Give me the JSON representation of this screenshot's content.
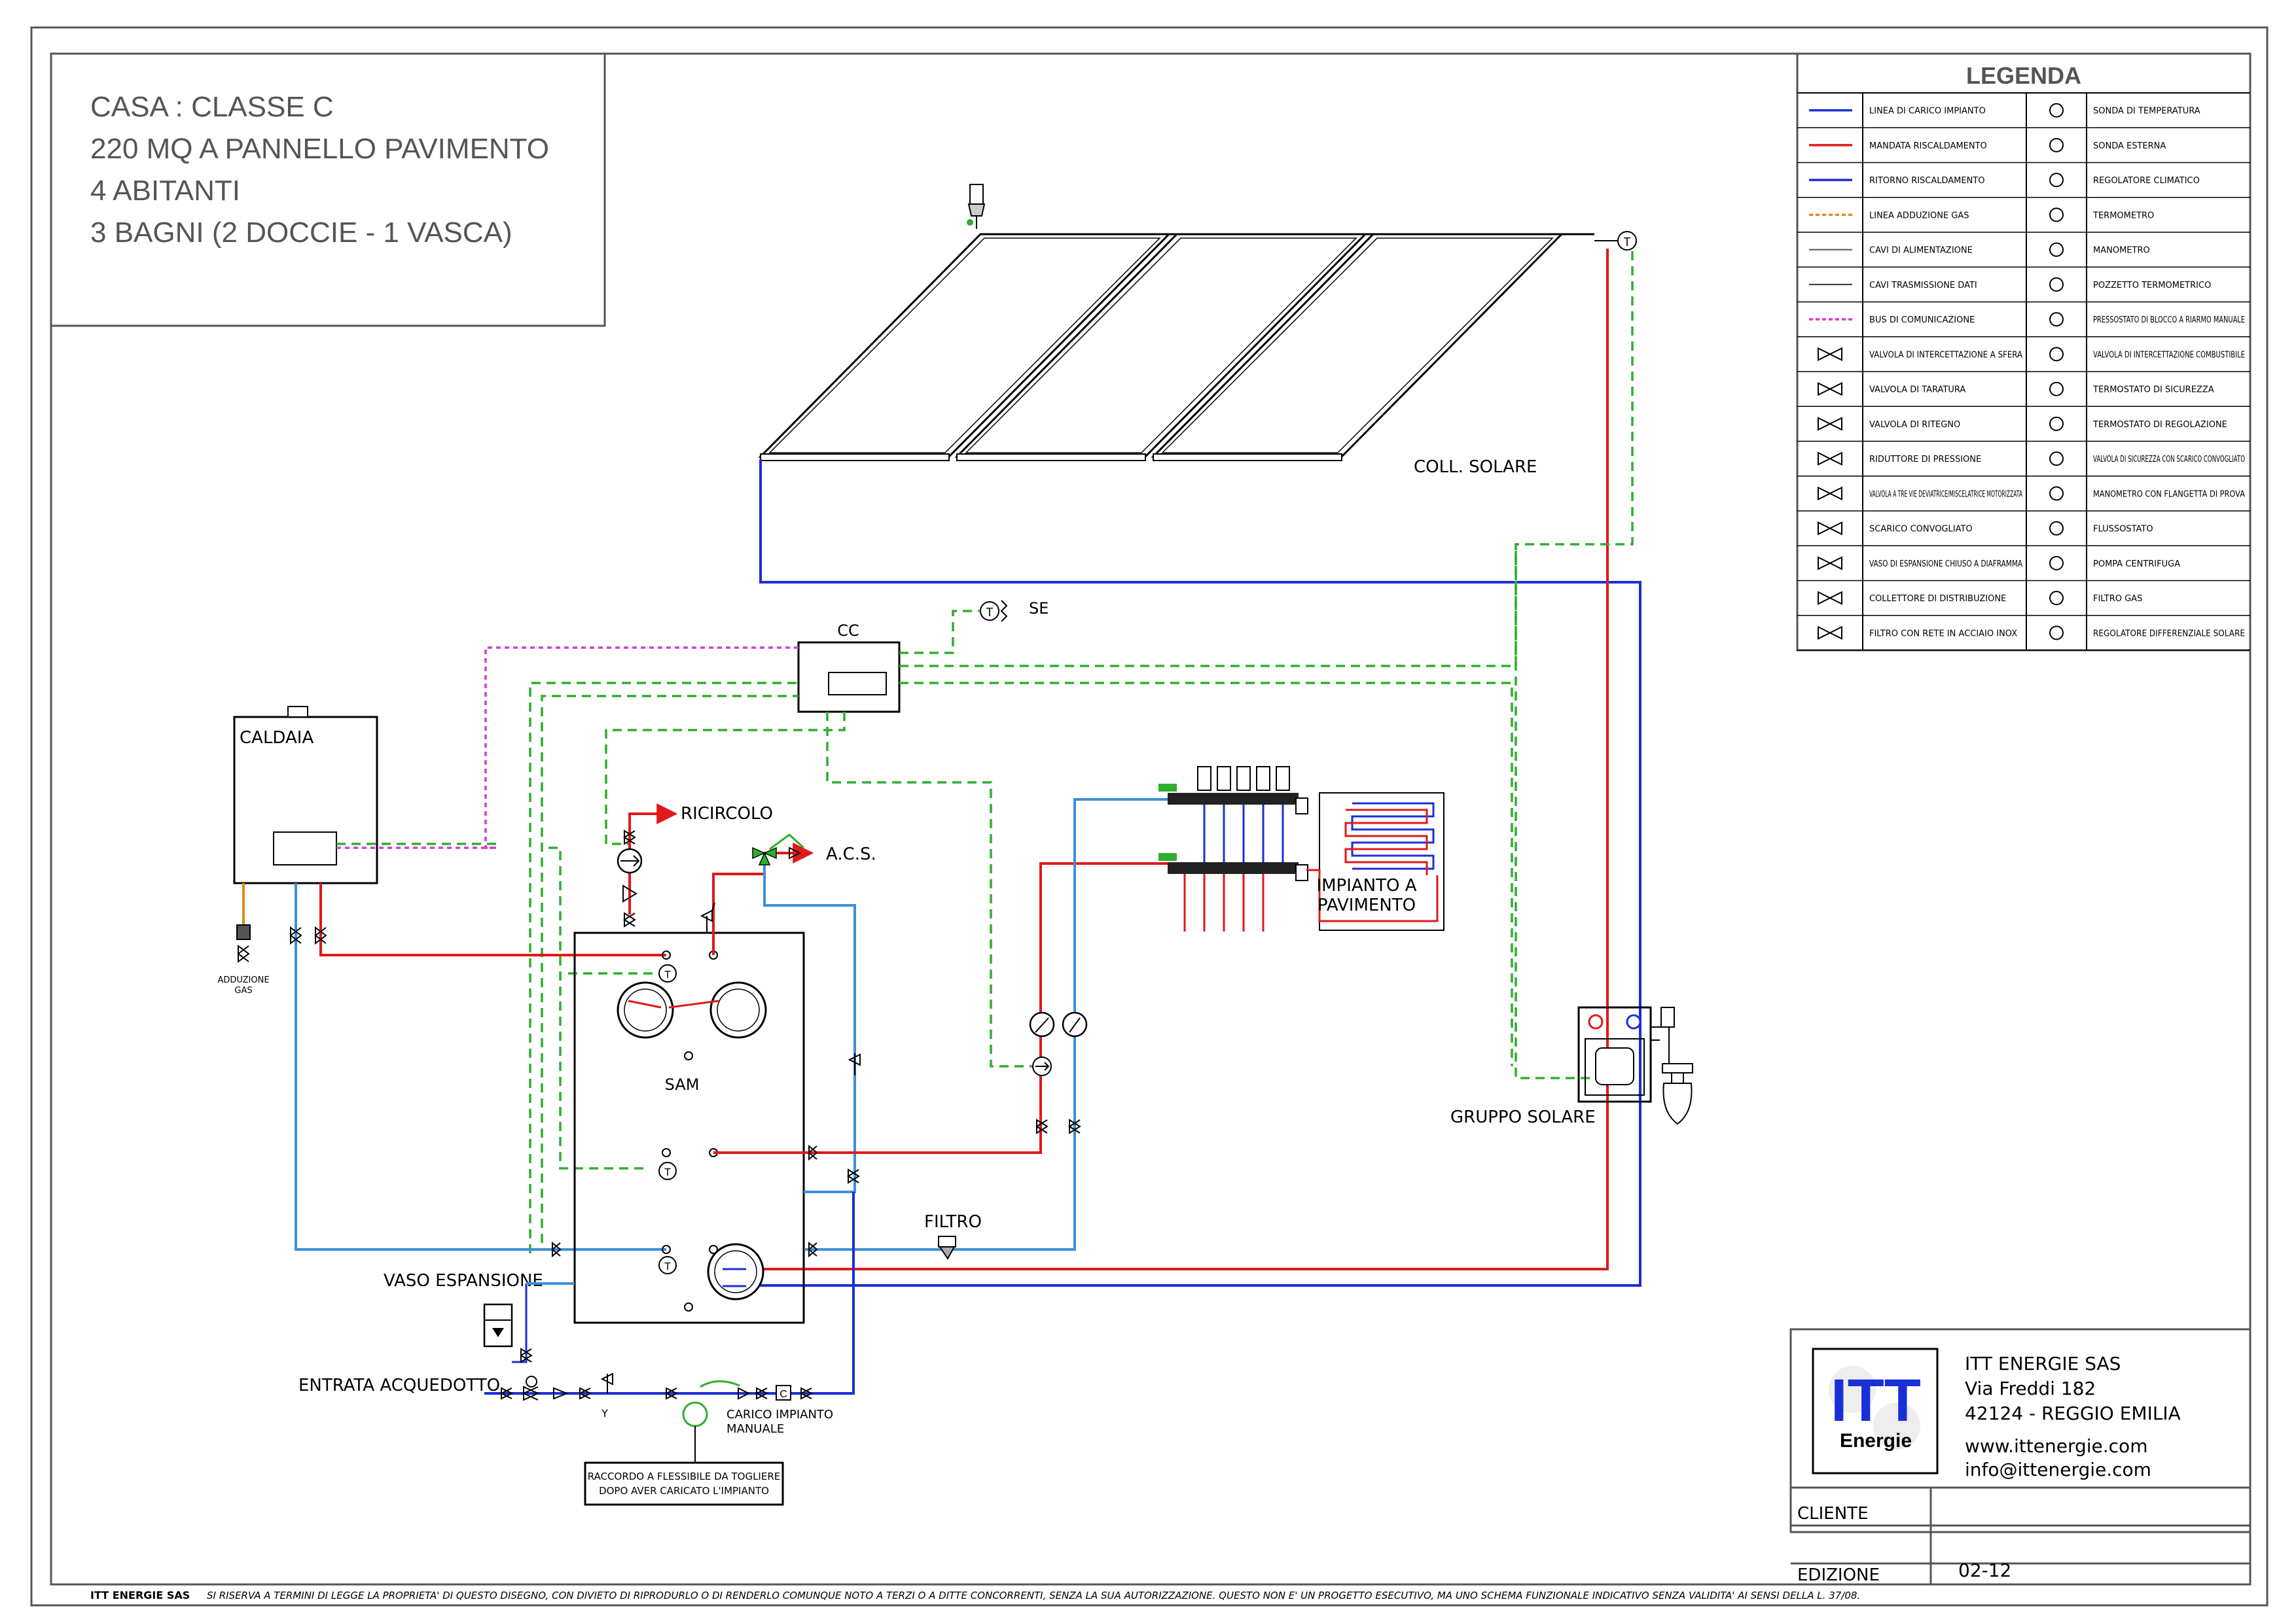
{
  "title_block": {
    "line1": "CASA : CLASSE C",
    "line2": "220 MQ A PANNELLO PAVIMENTO",
    "line3": "4 ABITANTI",
    "line4": "3 BAGNI (2 DOCCIE - 1 VASCA)"
  },
  "legend": {
    "title": "LEGENDA",
    "left": [
      "LINEA DI CARICO IMPIANTO",
      "MANDATA RISCALDAMENTO",
      "RITORNO RISCALDAMENTO",
      "LINEA ADDUZIONE GAS",
      "CAVI DI ALIMENTAZIONE",
      "CAVI TRASMISSIONE DATI",
      "BUS DI COMUNICAZIONE",
      "VALVOLA DI INTERCETTAZIONE A SFERA",
      "VALVOLA DI TARATURA",
      "VALVOLA DI RITEGNO",
      "RIDUTTORE DI PRESSIONE",
      "VALVOLA A TRE VIE DEVIATRICE/MISCELATRICE MOTORIZZATA",
      "SCARICO CONVOGLIATO",
      "VASO DI ESPANSIONE CHIUSO A DIAFRAMMA",
      "COLLETTORE DI DISTRIBUZIONE",
      "FILTRO CON RETE IN ACCIAIO INOX"
    ],
    "right": [
      "SONDA DI TEMPERATURA",
      "SONDA ESTERNA",
      "REGOLATORE CLIMATICO",
      "TERMOMETRO",
      "MANOMETRO",
      "POZZETTO TERMOMETRICO",
      "PRESSOSTATO DI BLOCCO A RIARMO MANUALE",
      "VALVOLA DI INTERCETTAZIONE COMBUSTIBILE",
      "TERMOSTATO DI SICUREZZA",
      "TERMOSTATO DI REGOLAZIONE",
      "VALVOLA DI SICUREZZA CON SCARICO CONVOGLIATO",
      "MANOMETRO CON FLANGETTA DI PROVA",
      "FLUSSOSTATO",
      "POMPA CENTRIFUGA",
      "FILTRO GAS",
      "REGOLATORE DIFFERENZIALE SOLARE"
    ],
    "line_colors": [
      "#1b2fd6",
      "#e0191b",
      "#1b2fd6",
      "#e08a1b",
      "#555555",
      "#333333",
      "#d43cd4"
    ]
  },
  "labels": {
    "coll_solare": "COLL. SOLARE",
    "cc": "CC",
    "se": "SE",
    "caldaia": "CALDAIA",
    "ricircolo": "RICIRCOLO",
    "acs": "A.C.S.",
    "sam": "SAM",
    "impianto_a": "IMPIANTO A",
    "pavimento": "PAVIMENTO",
    "gruppo_solare": "GRUPPO SOLARE",
    "filtro": "FILTRO",
    "vaso_espansione": "VASO ESPANSIONE",
    "entrata_acquedotto": "ENTRATA ACQUEDOTTO",
    "carico_impianto_1": "CARICO IMPIANTO",
    "carico_impianto_2": "MANUALE",
    "adduzione_1": "ADDUZIONE",
    "adduzione_2": "GAS",
    "raccordo_1": "RACCORDO A FLESSIBILE DA TOGLIERE",
    "raccordo_2": "DOPO AVER CARICATO L'IMPIANTO",
    "sensor_t": "T",
    "valve_c": "C",
    "drain_y": "Y"
  },
  "company": {
    "logo_text": "ITT",
    "logo_sub": "Energie",
    "name": "ITT ENERGIE SAS",
    "street": "Via Freddi 182",
    "city": "42124 - REGGIO EMILIA",
    "web": "www.ittenergie.com",
    "email": "info@ittenergie.com"
  },
  "client_label": "CLIENTE",
  "edition_label": "EDIZIONE",
  "edition_value": "02-12",
  "footer": {
    "company": "ITT ENERGIE SAS",
    "notice": "SI RISERVA A TERMINI DI LEGGE LA PROPRIETA' DI QUESTO DISEGNO, CON DIVIETO DI RIPRODURLO O DI RENDERLO COMUNQUE NOTO A TERZI O A DITTE CONCORRENTI, SENZA LA SUA AUTORIZZAZIONE. QUESTO NON E' UN PROGETTO ESECUTIVO, MA UNO SCHEMA FUNZIONALE INDICATIVO SENZA VALIDITA' AI SENSI DELLA L. 37/08."
  }
}
